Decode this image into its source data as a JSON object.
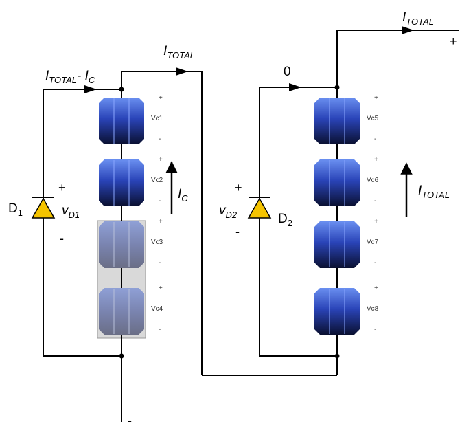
{
  "labels": {
    "i_total_top": "I",
    "i_total_top_sub": "TOTAL",
    "i_total_mid": "I",
    "i_total_mid_sub": "TOTAL",
    "i_left_a": "I",
    "i_left_a_sub": "TOTAL",
    "i_left_dash": "- I",
    "i_left_b_sub": "C",
    "zero": "0",
    "ic": "I",
    "ic_sub": "C",
    "i_total_right": "I",
    "i_total_right_sub": "TOTAL",
    "d1": "D",
    "d1_sub": "1",
    "vd1": "v",
    "vd1_sub": "D1",
    "d2": "D",
    "d2_sub": "2",
    "vd2": "v",
    "vd2_sub": "D2",
    "plus": "+",
    "minus": "-",
    "out_plus": "+",
    "out_minus": "-"
  },
  "cells": [
    {
      "id": "Vc1",
      "label": "Vc1",
      "plus": "+",
      "minus": "-",
      "shaded": false
    },
    {
      "id": "Vc2",
      "label": "Vc2",
      "plus": "+",
      "minus": "-",
      "shaded": false
    },
    {
      "id": "Vc3",
      "label": "Vc3",
      "plus": "+",
      "minus": "-",
      "shaded": true
    },
    {
      "id": "Vc4",
      "label": "Vc4",
      "plus": "+",
      "minus": "-",
      "shaded": true
    },
    {
      "id": "Vc5",
      "label": "Vc5",
      "plus": "+",
      "minus": "-",
      "shaded": false
    },
    {
      "id": "Vc6",
      "label": "Vc6",
      "plus": "+",
      "minus": "-",
      "shaded": false
    },
    {
      "id": "Vc7",
      "label": "Vc7",
      "plus": "+",
      "minus": "-",
      "shaded": false
    },
    {
      "id": "Vc8",
      "label": "Vc8",
      "plus": "+",
      "minus": "-",
      "shaded": false
    }
  ],
  "colors": {
    "cell_top": "#5a7fe0",
    "cell_bottom": "#0d1440",
    "shade_box": "#d9d9d9",
    "diode": "#f5c400"
  }
}
